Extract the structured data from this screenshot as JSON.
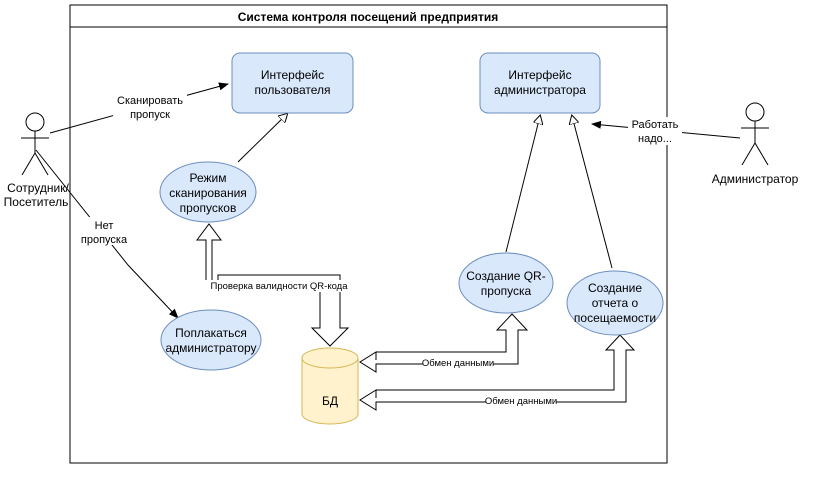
{
  "system": {
    "title": "Система контроля посещений предприятия"
  },
  "actors": {
    "employee": {
      "line1": "Сотрудник/",
      "line2": "Посетитель"
    },
    "admin": {
      "label": "Администратор"
    }
  },
  "components": {
    "user_interface": {
      "line1": "Интерфейс",
      "line2": "пользователя"
    },
    "admin_interface": {
      "line1": "Интерфейс",
      "line2": "администратора"
    }
  },
  "use_cases": {
    "scan_mode": {
      "line1": "Режим",
      "line2": "сканирования",
      "line3": "пропусков"
    },
    "complain": {
      "line1": "Поплакаться",
      "line2": "администратору"
    },
    "create_qr": {
      "line1": "Создание QR-",
      "line2": "пропуска"
    },
    "create_report": {
      "line1": "Создание",
      "line2": "отчета о",
      "line3": "посещаемости"
    }
  },
  "database": {
    "label": "БД"
  },
  "edge_labels": {
    "scan_pass": {
      "line1": "Сканировать",
      "line2": "пропуск"
    },
    "no_pass": {
      "line1": "Нет",
      "line2": "пропуска"
    },
    "admin_works": {
      "line1": "Работать",
      "line2": "надо..."
    },
    "qr_validation": "Проверка валидности QR-кода",
    "data_exchange_qr": "Обмен данными",
    "data_exchange_report": "Обмен данными"
  },
  "colors": {
    "box_fill": "#dae8fc",
    "box_stroke": "#6c8ebf",
    "db_fill": "#fff2cc",
    "db_stroke": "#d6b656",
    "line": "#000000"
  }
}
